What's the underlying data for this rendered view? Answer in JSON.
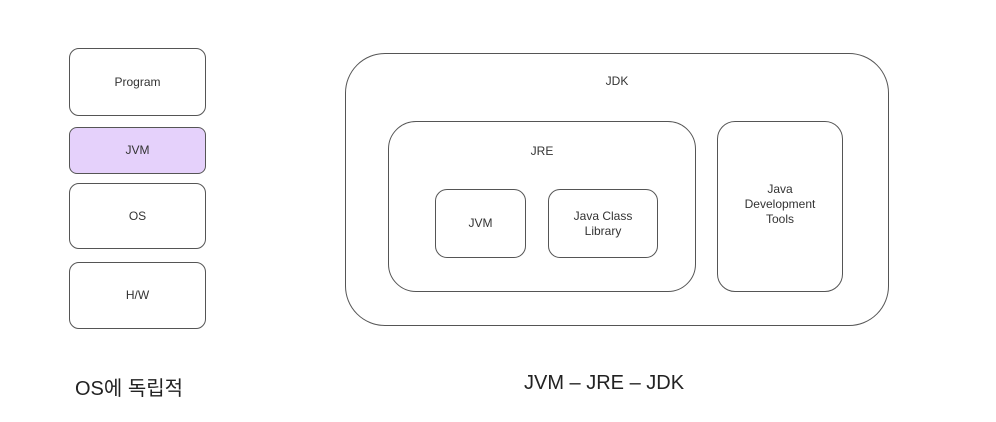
{
  "stack": {
    "layers": [
      "Program",
      "JVM",
      "OS",
      "H/W"
    ],
    "highlight_color": "#e5d1fb",
    "caption": "OS에 독립적"
  },
  "jdk_diagram": {
    "jdk_label": "JDK",
    "jre_label": "JRE",
    "jvm_label": "JVM",
    "class_library_label": "Java Class Library",
    "dev_tools_label": "Java Development Tools",
    "caption": "JVM – JRE – JDK"
  }
}
